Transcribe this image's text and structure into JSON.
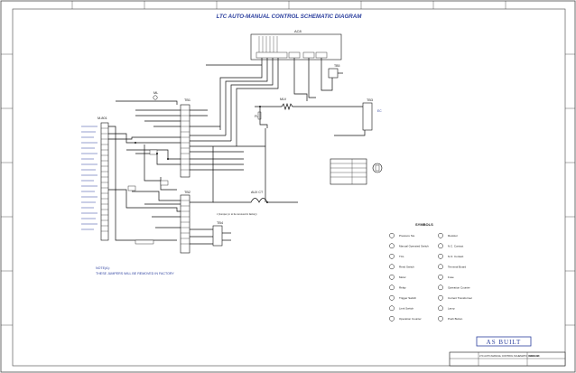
{
  "title": "LTC AUTO-MANUAL CONTROL SCHEMATIC DIAGRAM",
  "components": {
    "ac": "AC8",
    "tb1": "TB1",
    "tb2": "TB2",
    "tb3": "TB3",
    "tb4": "TB4",
    "tb5": "TB5",
    "ml": "ML",
    "mlv": "MLV",
    "aux_ct": "AUX CT",
    "fu": "FU",
    "ec": "EC",
    "panel": "M-801"
  },
  "notes": {
    "heading": "NOTE(A):",
    "body": "THESE JUMPERS WILL BE REMOVED IN FACTORY",
    "jumper": "J (Jumper pt. to be removed in factory)"
  },
  "symbols": {
    "heading": "SYMBOLS",
    "left": [
      "Pressure Sw.",
      "Manual Operated Switch",
      "TCL",
      "Reed Switch",
      "Motor",
      "Relay",
      "Trigger Switch",
      "Limit Switch",
      "Operation Counter"
    ],
    "right": [
      "Resistor",
      "N.C. Contact",
      "N.O. Contact",
      "Terminal Board",
      "Fuse",
      "Operation Counter",
      "Current Transformer",
      "Lamp",
      "Push Button"
    ]
  },
  "stamp": "AS BUILT",
  "title_block": {
    "drawing": "LTC AUTO-MANUAL CONTROL SCHEMATIC DIAGRAM",
    "dwg_no": "DWG. NO."
  }
}
